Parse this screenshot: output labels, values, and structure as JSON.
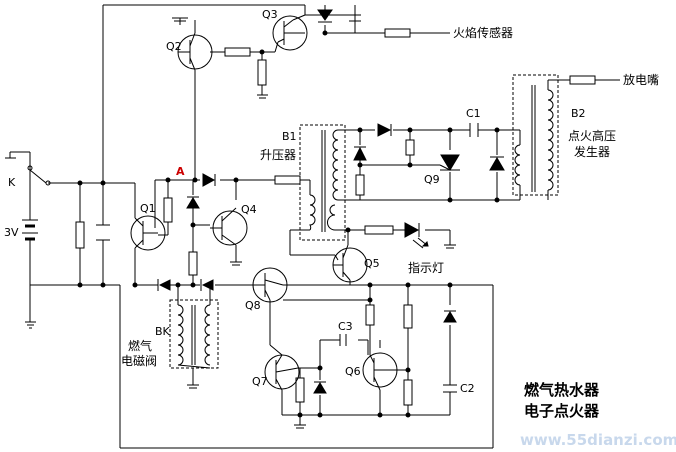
{
  "labels": {
    "switch": "K",
    "battery": "3V",
    "node_a": "A",
    "q1": "Q1",
    "q2": "Q2",
    "q3": "Q3",
    "q4": "Q4",
    "q5": "Q5",
    "q6": "Q6",
    "q7": "Q7",
    "q8": "Q8",
    "q9": "Q9",
    "c1": "C1",
    "c2": "C2",
    "c3": "C3",
    "b1": "B1",
    "b1_name": "升压器",
    "b2": "B2",
    "b2_name_line1": "点火高压",
    "b2_name_line2": "发生器",
    "bk": "BK",
    "bk_name_line1": "燃气",
    "bk_name_line2": "电磁阀",
    "flame_sensor": "火焰传感器",
    "discharge_nozzle": "放电嘴",
    "indicator_lamp": "指示灯",
    "title_line1": "燃气热水器",
    "title_line2": "电子点火器",
    "watermark": "www.55dianzi.com"
  }
}
